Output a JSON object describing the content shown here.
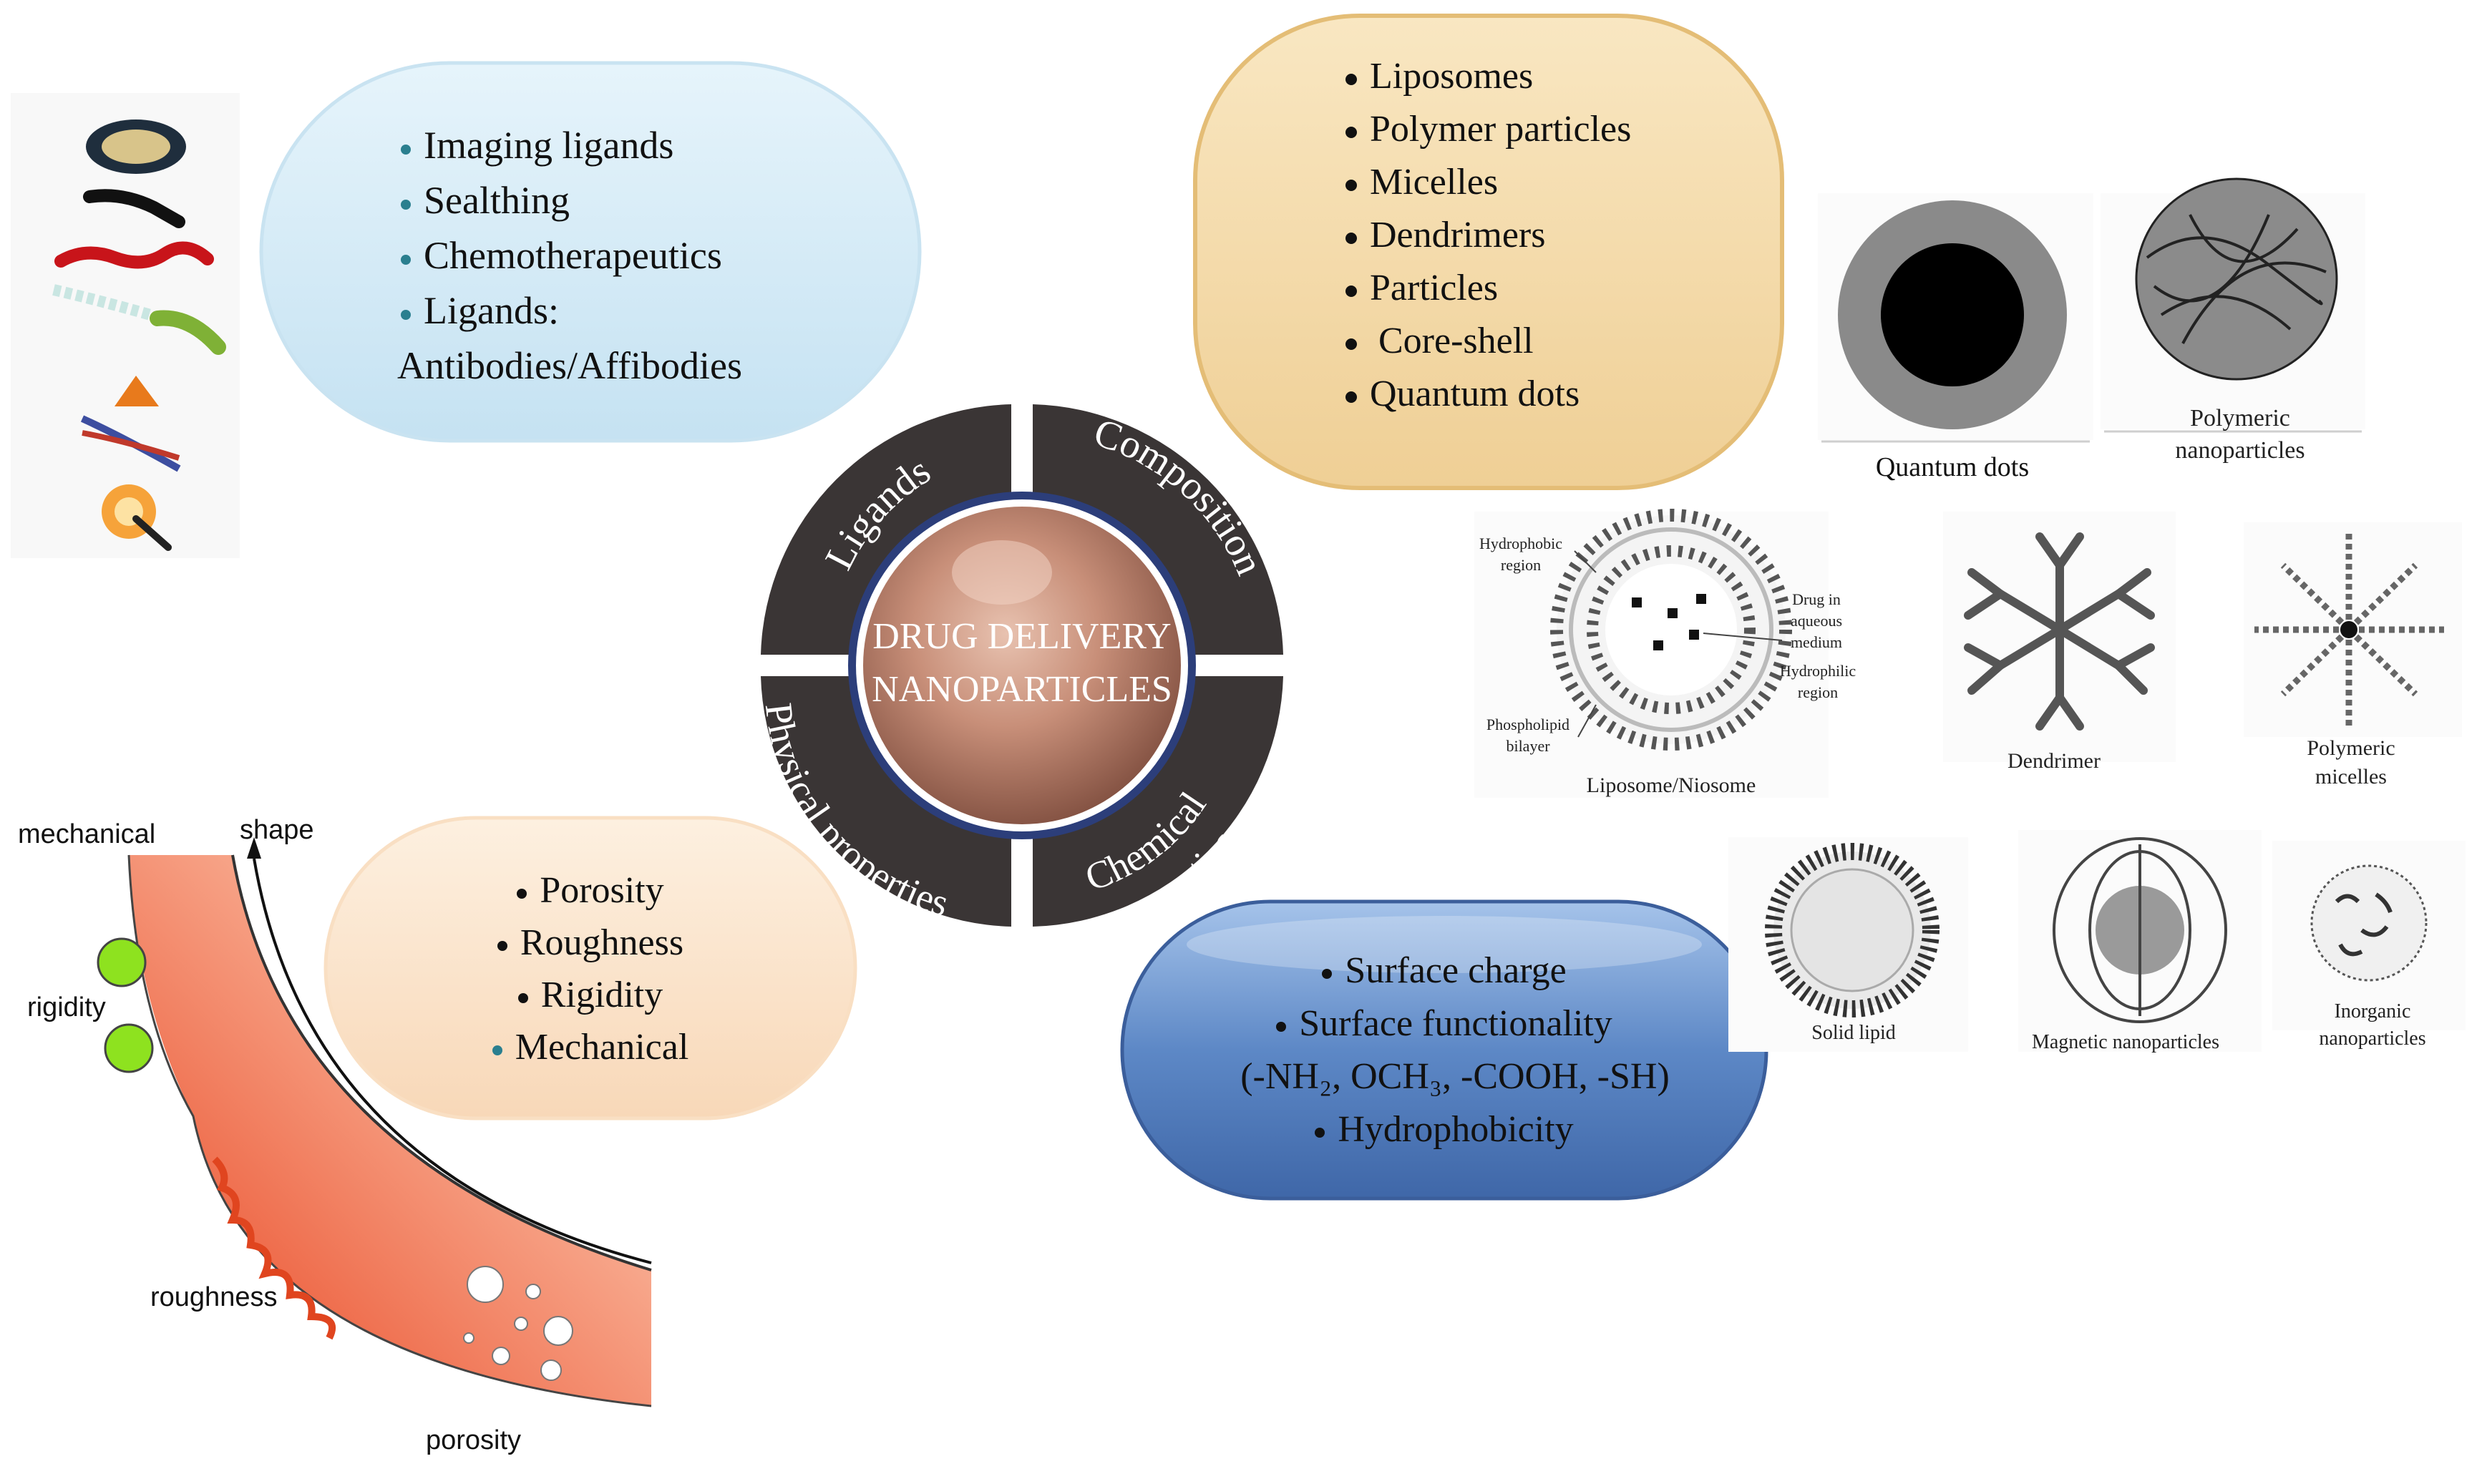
{
  "center": {
    "title_line1": "DRUG DELIVERY",
    "title_line2": "NANOPARTICLES",
    "segments": {
      "ligands": "Ligands",
      "composition": "Composition",
      "physical": "Physical properties",
      "chemical_line1": "Chemical",
      "chemical_line2": "properties"
    }
  },
  "ligands_box": {
    "items": [
      "Imaging ligands",
      "Sealthing",
      "Chemotherapeutics",
      "Ligands:"
    ],
    "continuation": "Antibodies/Affibodies"
  },
  "composition_box": {
    "items": [
      "Liposomes",
      "Polymer particles",
      "Micelles",
      "Dendrimers",
      "Particles",
      "Core-shell",
      "Quantum dots"
    ]
  },
  "physical_box": {
    "items": [
      "Porosity",
      "Roughness",
      "Rigidity",
      "Mechanical"
    ]
  },
  "chemical_box": {
    "item1": "Surface charge",
    "item2": "Surface functionality",
    "formula": "(-NH₂, OCH₃, -COOH, -SH)",
    "item3": "Hydrophobicity"
  },
  "surface_figure": {
    "mechanical": "mechanical",
    "shape": "shape",
    "rigidity": "rigidity",
    "roughness": "roughness",
    "porosity": "porosity"
  },
  "np_figure": {
    "quantum_dots": "Quantum dots",
    "polymeric_np_line1": "Polymeric",
    "polymeric_np_line2": "nanoparticles",
    "hydrophobic_region_line1": "Hydrophobic",
    "hydrophobic_region_line2": "region",
    "drug_line1": "Drug in",
    "drug_line2": "aqueous",
    "drug_line3": "medium",
    "hydrophilic_line1": "Hydrophilic",
    "hydrophilic_line2": "region",
    "phospholipid_line1": "Phospholipid",
    "phospholipid_line2": "bilayer",
    "liposome": "Liposome/Niosome",
    "dendrimer": "Dendrimer",
    "polymeric_micelles_line1": "Polymeric",
    "polymeric_micelles_line2": "micelles",
    "solid_lipid": "Solid lipid",
    "magnetic": "Magnetic nanoparticles",
    "inorganic_line1": "Inorganic",
    "inorganic_line2": "nanoparticles"
  },
  "colors": {
    "ligands_box": "#d6edf8",
    "composition_box": "#f3d9a6",
    "physical_box": "#fbe5cc",
    "chemical_box": "#5b86c4",
    "segments": "#3a3535",
    "sphere": "#c48770",
    "ring": "#2c3e7a"
  }
}
